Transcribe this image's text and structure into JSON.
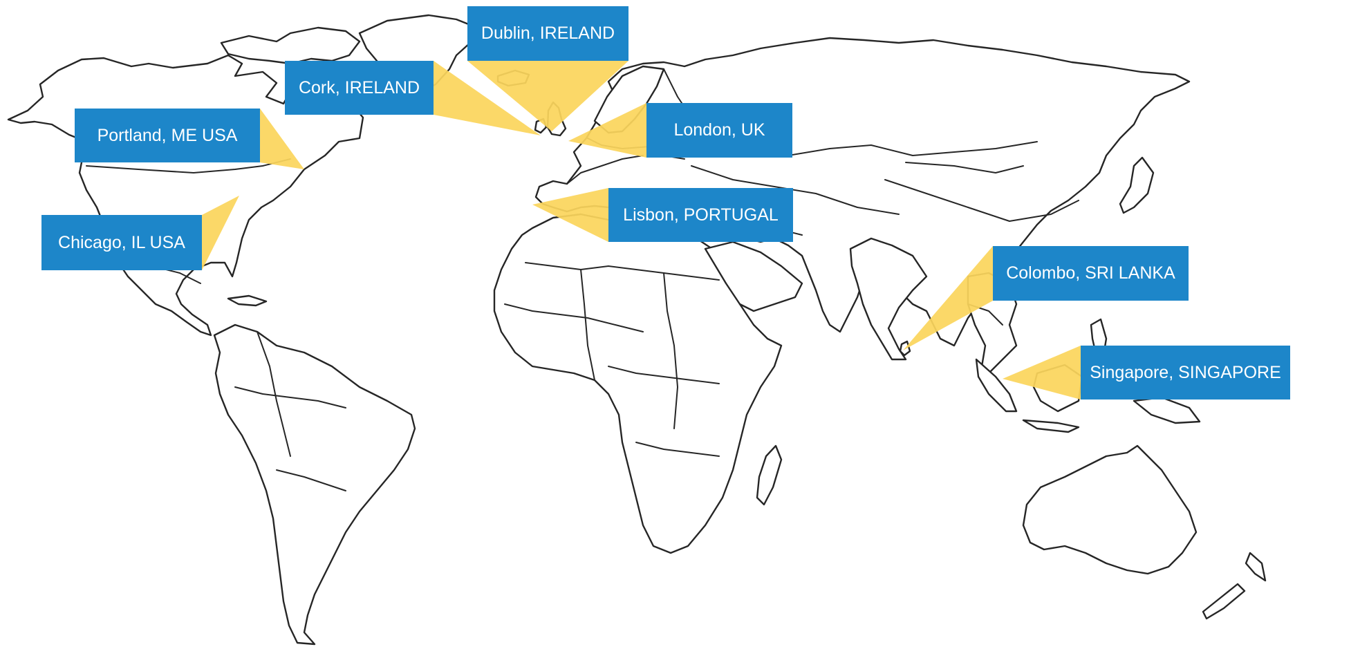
{
  "locations": [
    {
      "id": "dublin",
      "label": "Dublin, IRELAND"
    },
    {
      "id": "cork",
      "label": "Cork, IRELAND"
    },
    {
      "id": "portland",
      "label": "Portland, ME USA"
    },
    {
      "id": "london",
      "label": "London, UK"
    },
    {
      "id": "lisbon",
      "label": "Lisbon, PORTUGAL"
    },
    {
      "id": "chicago",
      "label": "Chicago, IL USA"
    },
    {
      "id": "colombo",
      "label": "Colombo, SRI LANKA"
    },
    {
      "id": "singapore",
      "label": "Singapore, SINGAPORE"
    }
  ],
  "colors": {
    "label_background": "#1d86c9",
    "label_text": "#ffffff",
    "callout_fill": "#fbd55c",
    "land_stroke": "#262626",
    "background": "#ffffff"
  }
}
